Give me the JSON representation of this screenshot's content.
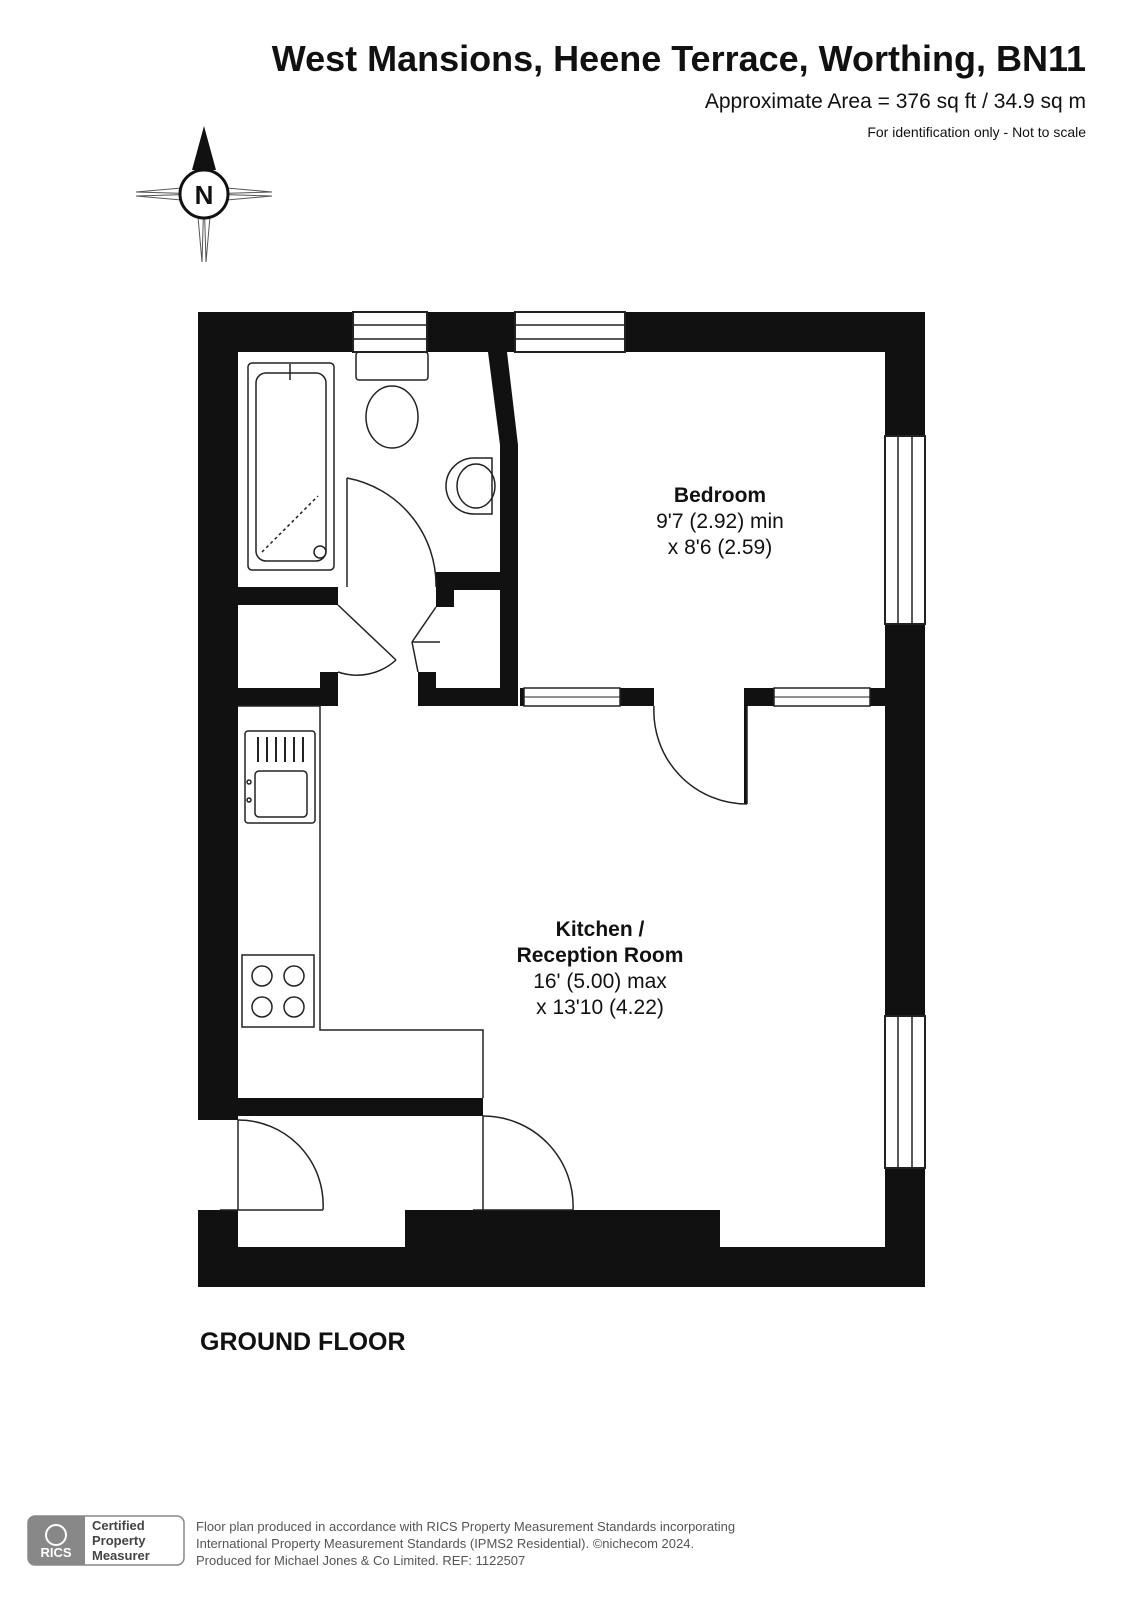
{
  "header": {
    "title": "West Mansions, Heene Terrace, Worthing, BN11",
    "area": "Approximate Area = 376 sq ft / 34.9 sq m",
    "disclaimer": "For identification only - Not to scale"
  },
  "compass": {
    "label": "N"
  },
  "rooms": [
    {
      "name": "Bedroom",
      "dim1": "9'7 (2.92) min",
      "dim2": "x 8'6 (2.59)"
    },
    {
      "name1": "Kitchen /",
      "name2": "Reception Room",
      "dim1": "16' (5.00) max",
      "dim2": "x 13'10 (4.22)"
    }
  ],
  "floor": {
    "label": "GROUND FLOOR"
  },
  "badge": {
    "logo_text": "RICS",
    "line1": "Certified",
    "line2": "Property",
    "line3": "Measurer"
  },
  "footer": {
    "line1": "Floor plan produced in accordance with RICS Property Measurement Standards incorporating",
    "line2": "International Property Measurement Standards (IPMS2 Residential).   ©nichecom 2024.",
    "line3": "Produced for Michael Jones & Co Limited.   REF:   1122507"
  },
  "colors": {
    "wall": "#111111",
    "line": "#222222",
    "window": "#ffffff",
    "footer_text": "#555555"
  }
}
